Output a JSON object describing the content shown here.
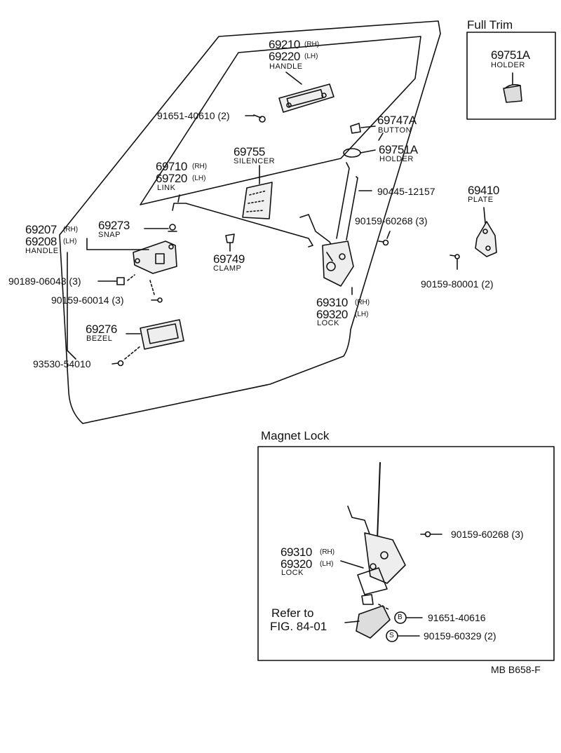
{
  "sections": {
    "full_trim": "Full Trim",
    "magnet_lock": "Magnet Lock"
  },
  "parts": {
    "handle_outer_rh": "69210",
    "handle_outer_lh": "69220",
    "handle_outer_name": "HANDLE",
    "bolt_handle": "91651-40610 (2)",
    "button_no": "69747A",
    "button_name": "BUTTON",
    "holder_no": "69751A",
    "holder_name": "HOLDER",
    "silencer_no": "69755",
    "silencer_name": "SILENCER",
    "link_rh": "69710",
    "link_lh": "69720",
    "link_name": "LINK",
    "rod_no": "90445-12157",
    "screw_lock": "90159-60268 (3)",
    "plate_no": "69410",
    "plate_name": "PLATE",
    "snap_no": "69273",
    "snap_name": "SNAP",
    "handle_inner_rh": "69207",
    "handle_inner_lh": "69208",
    "handle_inner_name": "HANDLE",
    "clamp_no": "69749",
    "clamp_name": "CLAMP",
    "screw_plate": "90159-80001 (2)",
    "nut_handle": "90189-06043 (3)",
    "screw_handle": "90159-60014 (3)",
    "lock_rh": "69310",
    "lock_lh": "69320",
    "lock_name": "LOCK",
    "bezel_no": "69276",
    "bezel_name": "BEZEL",
    "screw_bezel": "93530-54010",
    "full_trim_holder_no": "69751A",
    "full_trim_holder_name": "HOLDER"
  },
  "tags": {
    "rh": "(RH)",
    "lh": "(LH)"
  },
  "magnet": {
    "screw": "90159-60268 (3)",
    "lock_rh": "69310",
    "lock_lh": "69320",
    "lock_name": "LOCK",
    "refer_line1": "Refer to",
    "refer_line2": "FIG. 84-01",
    "bolt_b_symbol": "B",
    "bolt_b": "91651-40616",
    "screw_s_symbol": "S",
    "screw_s": "90159-60329 (2)"
  },
  "footer": {
    "code": "MB  B658-F"
  }
}
